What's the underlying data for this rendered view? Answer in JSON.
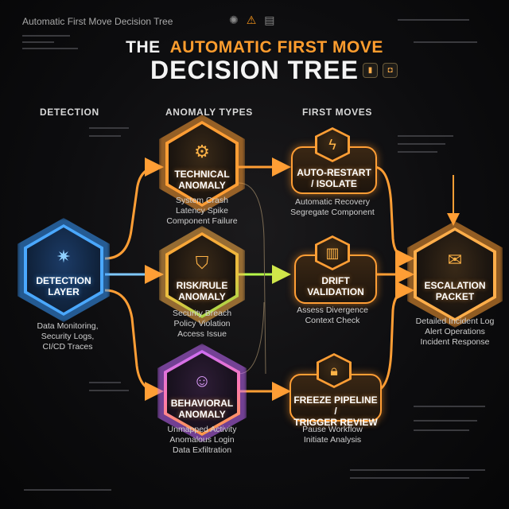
{
  "window_title": "Automatic First Move Decision Tree",
  "title_icons": [
    "gear-icon",
    "warning-icon",
    "document-icon"
  ],
  "headline": {
    "the": "THE",
    "accent": "AUTOMATIC FIRST MOVE",
    "main": "DECISION TREE"
  },
  "header_badges": [
    "bar-chart-icon",
    "briefcase-icon"
  ],
  "columns": {
    "detection": "DETECTION",
    "anomaly_types": "ANOMALY TYPES",
    "first_moves": "FIRST MOVES"
  },
  "nodes": {
    "detection": {
      "label_1": "DETECTION",
      "label_2": "LAYER",
      "icon": "network-hub-icon",
      "desc_1": "Data Monitoring,",
      "desc_2": "Security Logs,",
      "desc_3": "CI/CD Traces"
    },
    "technical": {
      "label_1": "TECHNICAL",
      "label_2": "ANOMALY",
      "icon": "gear-search-icon",
      "desc_1": "System Crash",
      "desc_2": "Latency Spike",
      "desc_3": "Component Failure"
    },
    "risk": {
      "label_1": "RISK/RULE",
      "label_2": "ANOMALY",
      "icon": "shield-check-icon",
      "desc_1": "Security Breach",
      "desc_2": "Policy Violation",
      "desc_3": "Access Issue"
    },
    "behavioral": {
      "label_1": "BEHAVIORAL",
      "label_2": "ANOMALY",
      "icon": "user-refresh-icon",
      "desc_1": "Unmapped Activity",
      "desc_2": "Anomalous Login",
      "desc_3": "Data Exfiltration"
    },
    "restart": {
      "label_1": "AUTO-RESTART",
      "label_2": "/ ISOLATE",
      "icon": "power-bolt-icon",
      "desc_1": "Automatic Recovery",
      "desc_2": "Segregate Component"
    },
    "drift": {
      "label_1": "DRIFT",
      "label_2": "VALIDATION",
      "icon": "chart-magnifier-icon",
      "desc_1": "Assess Divergence",
      "desc_2": "Context Check"
    },
    "freeze": {
      "label_1": "FREEZE PIPELINE /",
      "label_2": "TRIGGER REVIEW",
      "icon": "padlock-icon",
      "desc_1": "Pause Workflow",
      "desc_2": "Initiate Analysis"
    },
    "escalation": {
      "label_1": "ESCALATION",
      "label_2": "PACKET",
      "icon": "envelope-icon",
      "desc_1": "Detailed Incident Log",
      "desc_2": "Alert Operations",
      "desc_3": "Incident Response"
    }
  },
  "colors": {
    "orange": "#ff9e35",
    "blue": "#4aa8ff",
    "green": "#8fe24a",
    "purple": "#c56bff",
    "background": "#0d0d0f"
  }
}
